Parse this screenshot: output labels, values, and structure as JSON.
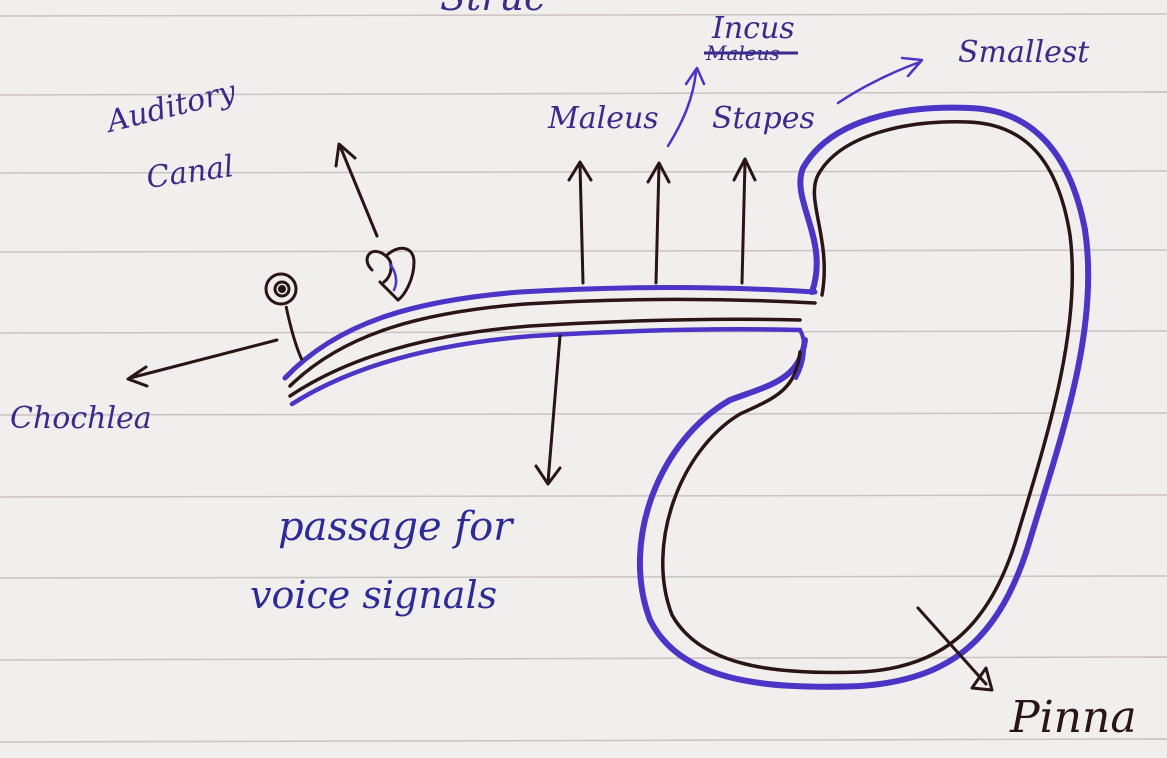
{
  "colors": {
    "paper": "#f1efee",
    "rule_line": "#c9c3c1",
    "ink_purple": "#4b34c6",
    "ink_dark": "#2a1414",
    "pen_blue": "#2c2c99",
    "title_ink": "#3a2a8a"
  },
  "diagram": {
    "title_fragment": "Struc",
    "labels": {
      "incus": "Incus",
      "incus_struck": "Maleus",
      "smallest": "Smallest",
      "malleus": "Maleus",
      "stapes": "Stapes",
      "auditory_canal_line1": "Auditory",
      "auditory_canal_line2": "Canal",
      "cochlea": "Chochlea",
      "passage_line1": "passage for",
      "passage_line2": "voice signals",
      "pinna": "Pinna"
    }
  }
}
